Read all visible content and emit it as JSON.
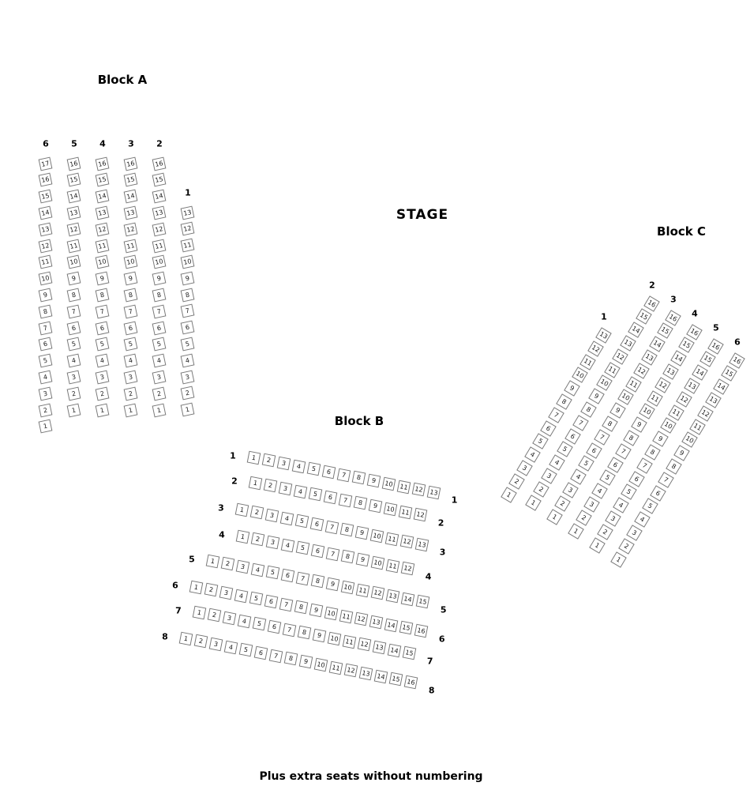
{
  "stage": {
    "label": "STAGE"
  },
  "footer": {
    "note": "Plus extra seats without numbering"
  },
  "colors": {
    "background": "#ffffff",
    "seat_border": "#7a7a7a",
    "text": "#000000"
  },
  "blocks": {
    "a": {
      "label": "Block A",
      "numbering": "vertical rows; seat 1 at the bottom up to the row count at the top; row labels above each row",
      "seat_rows": [
        {
          "label": "6",
          "count": 17
        },
        {
          "label": "5",
          "count": 16
        },
        {
          "label": "4",
          "count": 16
        },
        {
          "label": "3",
          "count": 16
        },
        {
          "label": "2",
          "count": 16
        },
        {
          "label": "1",
          "count": 13
        }
      ]
    },
    "b": {
      "label": "Block B",
      "numbering": "seat 1 at the left to the row count at the right; row labels shown at both ends of each row",
      "seat_rows": [
        {
          "label": "1",
          "count": 13
        },
        {
          "label": "2",
          "count": 12
        },
        {
          "label": "3",
          "count": 13
        },
        {
          "label": "4",
          "count": 12
        },
        {
          "label": "5",
          "count": 15
        },
        {
          "label": "6",
          "count": 16
        },
        {
          "label": "7",
          "count": 15
        },
        {
          "label": "8",
          "count": 16
        }
      ]
    },
    "c": {
      "label": "Block C",
      "numbering": "diagonal rows; seat 1 at the bottom-left up to the row count at the top-right; row labels above the top end",
      "seat_rows": [
        {
          "label": "1",
          "count": 13
        },
        {
          "label": "2",
          "count": 16
        },
        {
          "label": "3",
          "count": 16
        },
        {
          "label": "4",
          "count": 16
        },
        {
          "label": "5",
          "count": 16
        },
        {
          "label": "6",
          "count": 16
        }
      ]
    }
  }
}
